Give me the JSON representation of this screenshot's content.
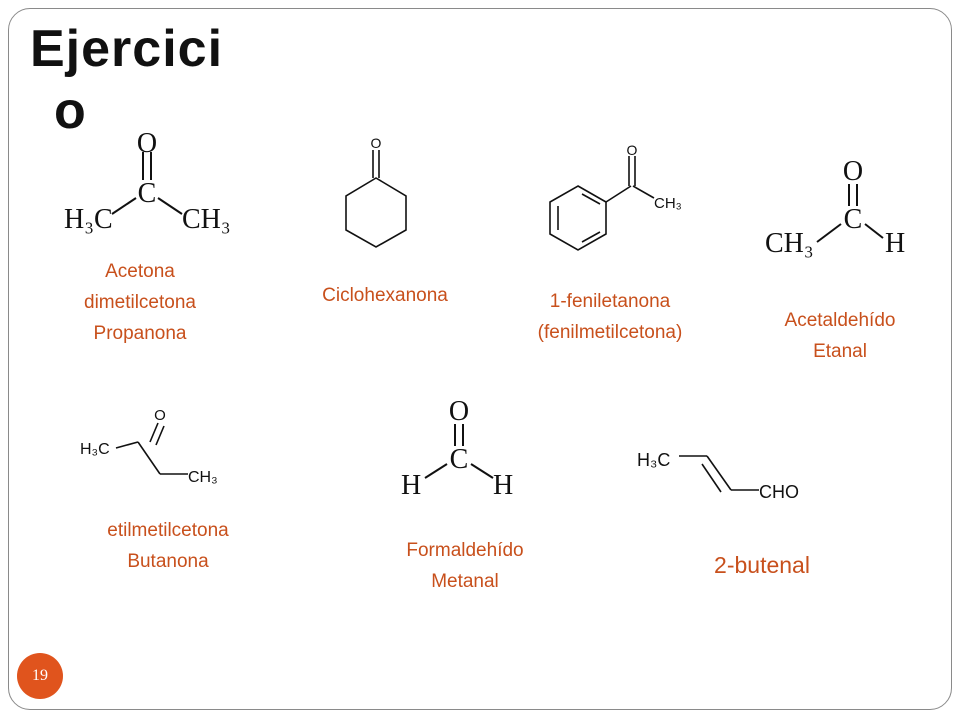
{
  "slide": {
    "title_line1": "Ejercici",
    "title_line2": "o",
    "page_number": "19",
    "accent_color": "#c8501c"
  },
  "compounds": [
    {
      "names": [
        "Acetona",
        "dimetilcetona",
        "Propanona"
      ],
      "structure_labels": {
        "o": "O",
        "c": "C",
        "h3c": "H₃C",
        "ch3": "CH₃"
      }
    },
    {
      "names": [
        "Ciclohexanona"
      ],
      "structure_labels": {
        "o": "O"
      }
    },
    {
      "names": [
        "1-feniletanona",
        "(fenilmetilcetona)"
      ],
      "structure_labels": {
        "o": "O",
        "ch3": "CH₃"
      }
    },
    {
      "names": [
        "Acetaldehído",
        "Etanal"
      ],
      "structure_labels": {
        "o": "O",
        "c": "C",
        "ch3": "CH₃",
        "h": "H"
      }
    },
    {
      "names": [
        "etilmetilcetona",
        "Butanona"
      ],
      "structure_labels": {
        "o": "O",
        "h3c": "H₃C",
        "ch3": "CH₃"
      }
    },
    {
      "names": [
        "Formaldehído",
        "Metanal"
      ],
      "structure_labels": {
        "o": "O",
        "c": "C",
        "h": "H"
      }
    },
    {
      "names": [
        "2-butenal"
      ],
      "structure_labels": {
        "h3c": "H₃C",
        "cho": "CHO"
      }
    }
  ]
}
